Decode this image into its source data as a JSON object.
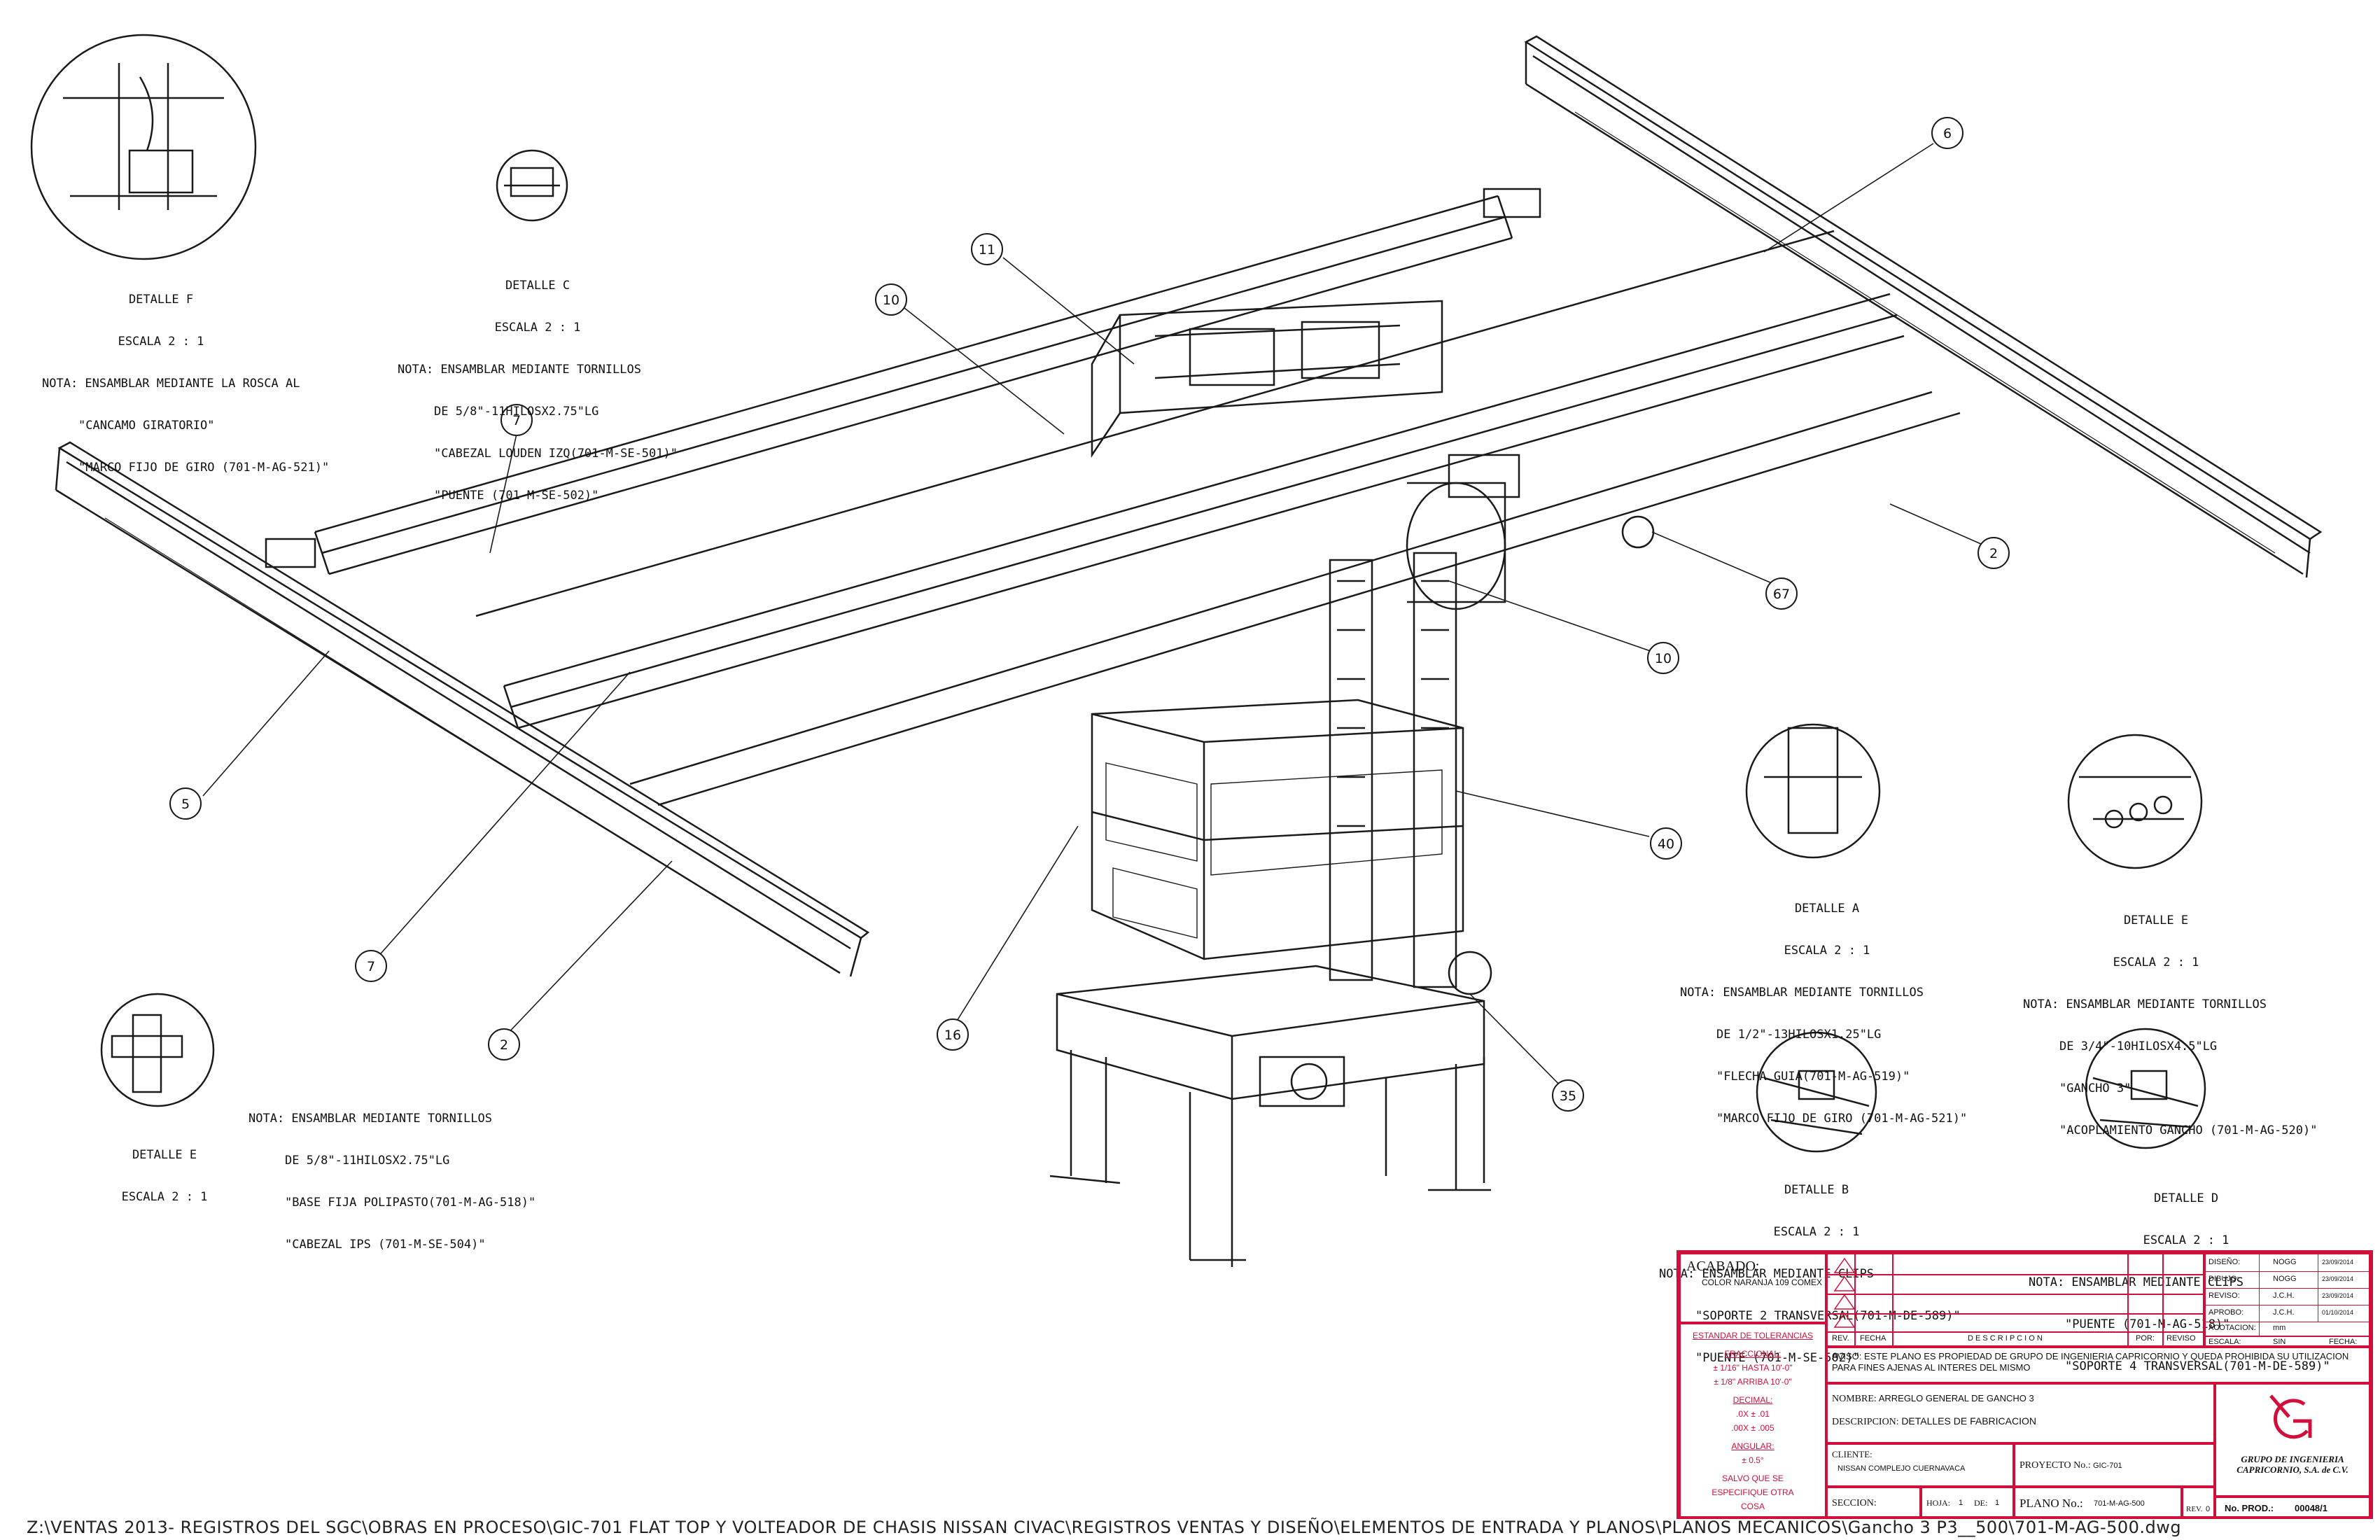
{
  "callouts": [
    "6",
    "11",
    "10",
    "7",
    "5",
    "2",
    "67",
    "10",
    "40",
    "16",
    "35",
    "7",
    "2"
  ],
  "details": {
    "f": {
      "title": "DETALLE F",
      "scale": "ESCALA 2 : 1",
      "lines": [
        "NOTA: ENSAMBLAR MEDIANTE LA ROSCA AL",
        "\"CANCAMO GIRATORIO\"",
        "\"MARCO FIJO DE GIRO (701-M-AG-521)\""
      ]
    },
    "c": {
      "title": "DETALLE C",
      "scale": "ESCALA 2 : 1",
      "lines": [
        "NOTA: ENSAMBLAR MEDIANTE TORNILLOS",
        "DE 5/8\"-11HILOSX2.75\"LG",
        "\"CABEZAL LOUDEN IZQ(701-M-SE-501)\"",
        "\"PUENTE (701-M-SE-502)\""
      ]
    },
    "e_left": {
      "title": "DETALLE E",
      "scale": "ESCALA 2 : 1",
      "lines": [
        "NOTA: ENSAMBLAR MEDIANTE TORNILLOS",
        "DE 5/8\"-11HILOSX2.75\"LG",
        "\"BASE FIJA POLIPASTO(701-M-AG-518)\"",
        "\"CABEZAL IPS (701-M-SE-504)\""
      ]
    },
    "a": {
      "title": "DETALLE A",
      "scale": "ESCALA 2 : 1",
      "lines": [
        "NOTA: ENSAMBLAR MEDIANTE TORNILLOS",
        "DE 1/2\"-13HILOSX1.25\"LG",
        "\"FLECHA GUIA(701-M-AG-519)\"",
        "\"MARCO FIJO DE GIRO (701-M-AG-521)\""
      ]
    },
    "e_right": {
      "title": "DETALLE E",
      "scale": "ESCALA 2 : 1",
      "lines": [
        "NOTA: ENSAMBLAR MEDIANTE TORNILLOS",
        "DE 3/4\"-10HILOSX4.5\"LG",
        "\"GANCHO 3\"",
        "\"ACOPLAMIENTO GANCHO (701-M-AG-520)\""
      ]
    },
    "b": {
      "title": "DETALLE B",
      "scale": "ESCALA 2 : 1",
      "lines": [
        "NOTA: ENSAMBLAR MEDIANTE CLIPS",
        "\"SOPORTE 2 TRANSVERSAL(701-M-DE-589)\"",
        "\"PUENTE (701-M-SE-502)\""
      ]
    },
    "d": {
      "title": "DETALLE D",
      "scale": "ESCALA 2 : 1",
      "lines": [
        "NOTA: ENSAMBLAR MEDIANTE CLIPS",
        "\"PUENTE (701-M-AG-518)\"",
        "\"SOPORTE 4 TRANSVERSAL(701-M-DE-589)\""
      ]
    }
  },
  "title_block": {
    "acabado_label": "ACABADO:",
    "acabado_value": "COLOR NARANJA 109 COMEX",
    "tolerancias": "ESTANDAR DE TOLERANCIAS",
    "fraccional": "FRACCIONAL:",
    "frac1": "± 1/16\" HASTA 10'-0\"",
    "frac2": "± 1/8\" ARRIBA 10'-0\"",
    "decimal": "DECIMAL:",
    "dec1": ".0X ± .01",
    "dec2": ".00X ± .005",
    "angular": "ANGULAR:",
    "ang1": "± 0.5°",
    "salvo": "SALVO QUE SE ESPECIFIQUE OTRA COSA",
    "rev_cols": [
      "REV.",
      "FECHA",
      "D E S C R I P C I O N",
      "POR:",
      "REVISO",
      "ESCALA:",
      "SIN",
      "FECHA:"
    ],
    "diseno_label": "DISEÑO:",
    "diseno_by": "NOGG",
    "diseno_date": "23/09/2014",
    "dibujo_label": "DIBUJO:",
    "dibujo_by": "NOGG",
    "dibujo_date": "23/09/2014",
    "reviso_label": "REVISO:",
    "reviso_by": "J.C.H.",
    "reviso_date": "23/09/2014",
    "aprobo_label": "APROBO:",
    "aprobo_by": "J.C.H.",
    "aprobo_date": "01/10/2014",
    "acotacion_label": "ACOTACION:",
    "acotacion_value": "mm",
    "aviso": "AVISO: ESTE PLANO ES PROPIEDAD DE GRUPO DE INGENIERIA CAPRICORNIO Y QUEDA PROHIBIDA SU UTILIZACION PARA FINES AJENAS AL INTERES DEL MISMO",
    "nombre_label": "NOMBRE:",
    "nombre_value": "ARREGLO GENERAL DE GANCHO 3",
    "descripcion_label": "DESCRIPCION:",
    "descripcion_value": "DETALLES DE FABRICACION",
    "cliente_label": "CLIENTE:",
    "cliente_value": "NISSAN COMPLEJO CUERNAVACA",
    "proyecto_label": "PROYECTO No.:",
    "proyecto_value": "GIC-701",
    "seccion_label": "SECCION:",
    "hoja_label": "HOJA:",
    "hoja_value": "1",
    "de_label": "DE:",
    "de_value": "1",
    "plano_label": "PLANO No.:",
    "plano_value": "701-M-AG-500",
    "rev_label": "REV.",
    "rev_value": "0",
    "company_line1": "GRUPO DE INGENIERIA",
    "company_line2": "CAPRICORNIO, S.A. de C.V.",
    "no_prod_label": "No. PROD.:",
    "no_prod_value": "00048/1"
  },
  "file_path": "Z:\\VENTAS 2013- REGISTROS DEL SGC\\OBRAS EN PROCESO\\GIC-701 FLAT TOP Y VOLTEADOR DE CHASIS NISSAN CIVAC\\REGISTROS VENTAS Y DISEÑO\\ELEMENTOS DE ENTRADA Y PLANOS\\PLANOS MECANICOS\\Gancho 3 P3__500\\701-M-AG-500.dwg",
  "colors": {
    "linework": "#1a1a1a",
    "titleblock": "#d0103a",
    "paper": "#ffffff"
  }
}
